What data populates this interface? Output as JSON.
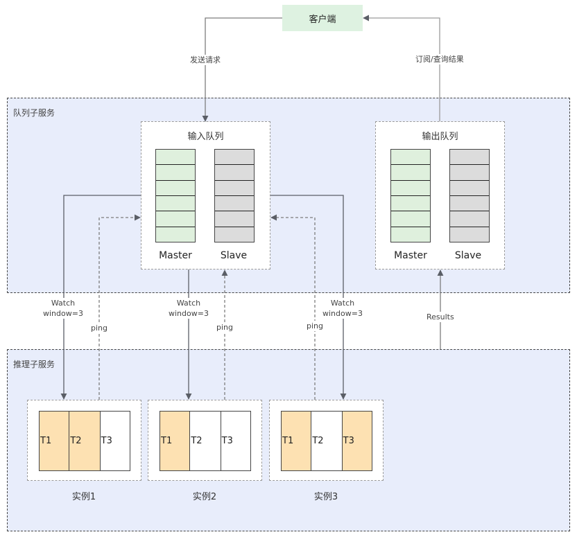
{
  "client": {
    "label": "客户端"
  },
  "edges": {
    "send_request": "发送请求",
    "subscribe_results": "订阅/查询结果",
    "watch": "Watch\nwindow=3",
    "ping": "ping",
    "results": "Results"
  },
  "queue_service": {
    "label": "队列子服务",
    "input_queue": {
      "title": "输入队列",
      "master_label": "Master",
      "slave_label": "Slave",
      "slots": 6
    },
    "output_queue": {
      "title": "输出队列",
      "master_label": "Master",
      "slave_label": "Slave",
      "slots": 6
    }
  },
  "inference_service": {
    "label": "推理子服务",
    "instances": [
      {
        "label": "实例1",
        "tasks": [
          {
            "name": "T1",
            "active": true
          },
          {
            "name": "T2",
            "active": true
          },
          {
            "name": "T3",
            "active": false
          }
        ]
      },
      {
        "label": "实例2",
        "tasks": [
          {
            "name": "T1",
            "active": true
          },
          {
            "name": "T2",
            "active": false
          },
          {
            "name": "T3",
            "active": false
          }
        ]
      },
      {
        "label": "实例3",
        "tasks": [
          {
            "name": "T1",
            "active": true
          },
          {
            "name": "T2",
            "active": false
          },
          {
            "name": "T3",
            "active": true
          }
        ]
      }
    ]
  },
  "colors": {
    "group_bg": "#e8edfb",
    "client_bg": "#def2e1",
    "master_bg": "#dff0dd",
    "slave_bg": "#dcdcdc",
    "task_active": "#fde1b2",
    "line": "#5a5e66"
  }
}
